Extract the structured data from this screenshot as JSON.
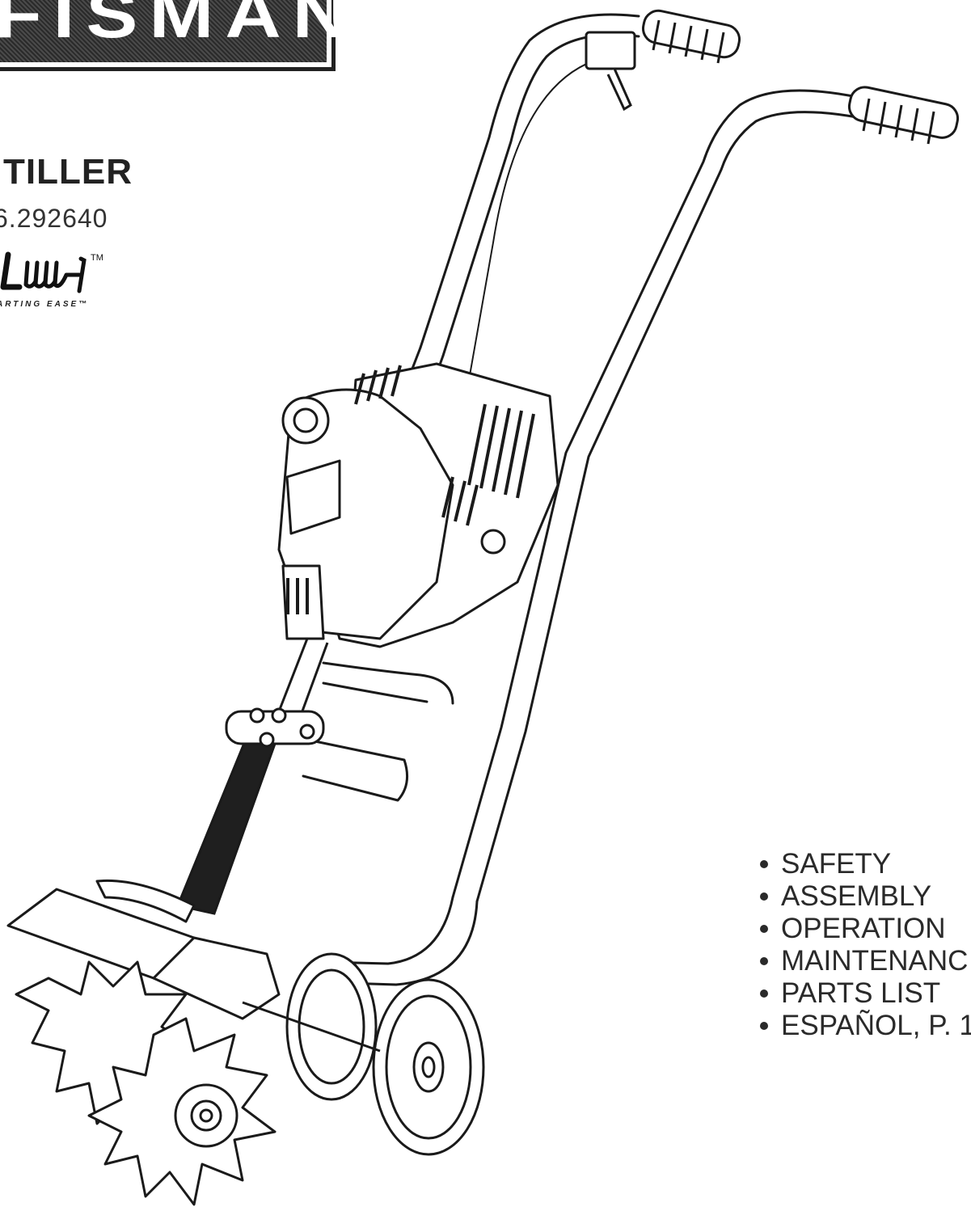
{
  "brand": {
    "name": "FISMAN"
  },
  "product": {
    "title": "TILLER",
    "model": "6.292640"
  },
  "logo": {
    "tagline": "ARTING EASE™"
  },
  "contents": [
    "SAFETY",
    "ASSEMBLY",
    "OPERATION",
    "MAINTENANC",
    "PARTS LIST",
    "ESPAÑOL, P. 1"
  ],
  "colors": {
    "ink": "#1a1a1a",
    "paper": "#ffffff"
  }
}
